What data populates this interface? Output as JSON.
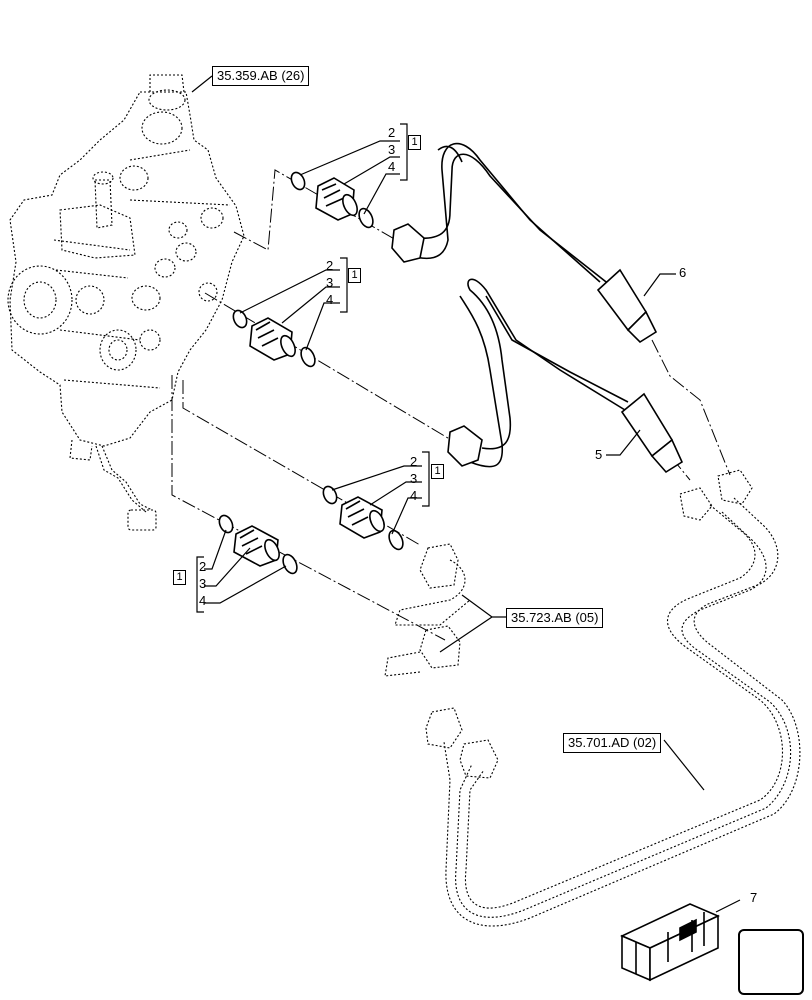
{
  "references": {
    "valve_block": "35.359.AB (26)",
    "adapter_group": "35.723.AB (05)",
    "hose_group": "35.701.AD (02)"
  },
  "callouts": {
    "oring": "2",
    "adapter": "3",
    "ring": "4",
    "hose_upper": "6",
    "hose_lower": "5",
    "kit": "7"
  },
  "kit_box_label": "1",
  "colors": {
    "line": "#000000",
    "background": "#ffffff"
  },
  "icons": {
    "navigation": "arrow-down-left-icon",
    "kit": "crate-icon"
  }
}
